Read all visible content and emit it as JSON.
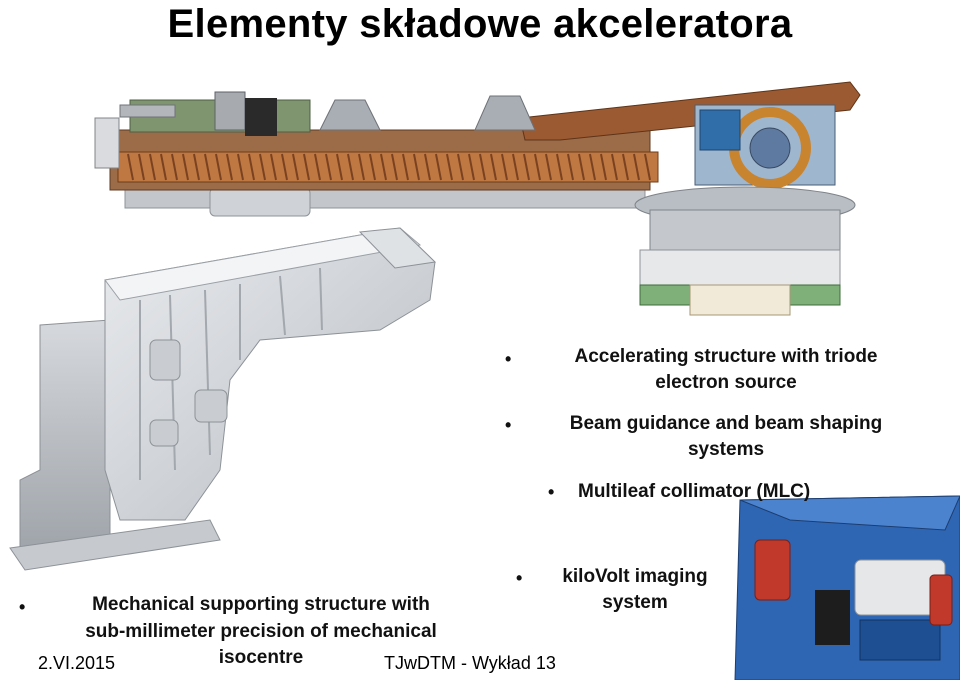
{
  "slide": {
    "title": "Elementy składowe akceleratora",
    "bullets": {
      "accelerating_line1": "Accelerating structure with triode",
      "accelerating_line2": "electron source",
      "beam_line1": "Beam guidance and beam shaping",
      "beam_line2": "systems",
      "mlc": "Multileaf collimator (MLC)",
      "kv_line1": "kiloVolt imaging",
      "kv_line2": "system",
      "mech_line1": "Mechanical supporting structure with",
      "mech_line2": "sub-millimeter precision of mechanical",
      "mech_line3": "isocentre"
    },
    "bullet_symbol": "•",
    "footer": {
      "date": "2.VI.2015",
      "course": "TJwDTM  - Wykład 13"
    }
  }
}
